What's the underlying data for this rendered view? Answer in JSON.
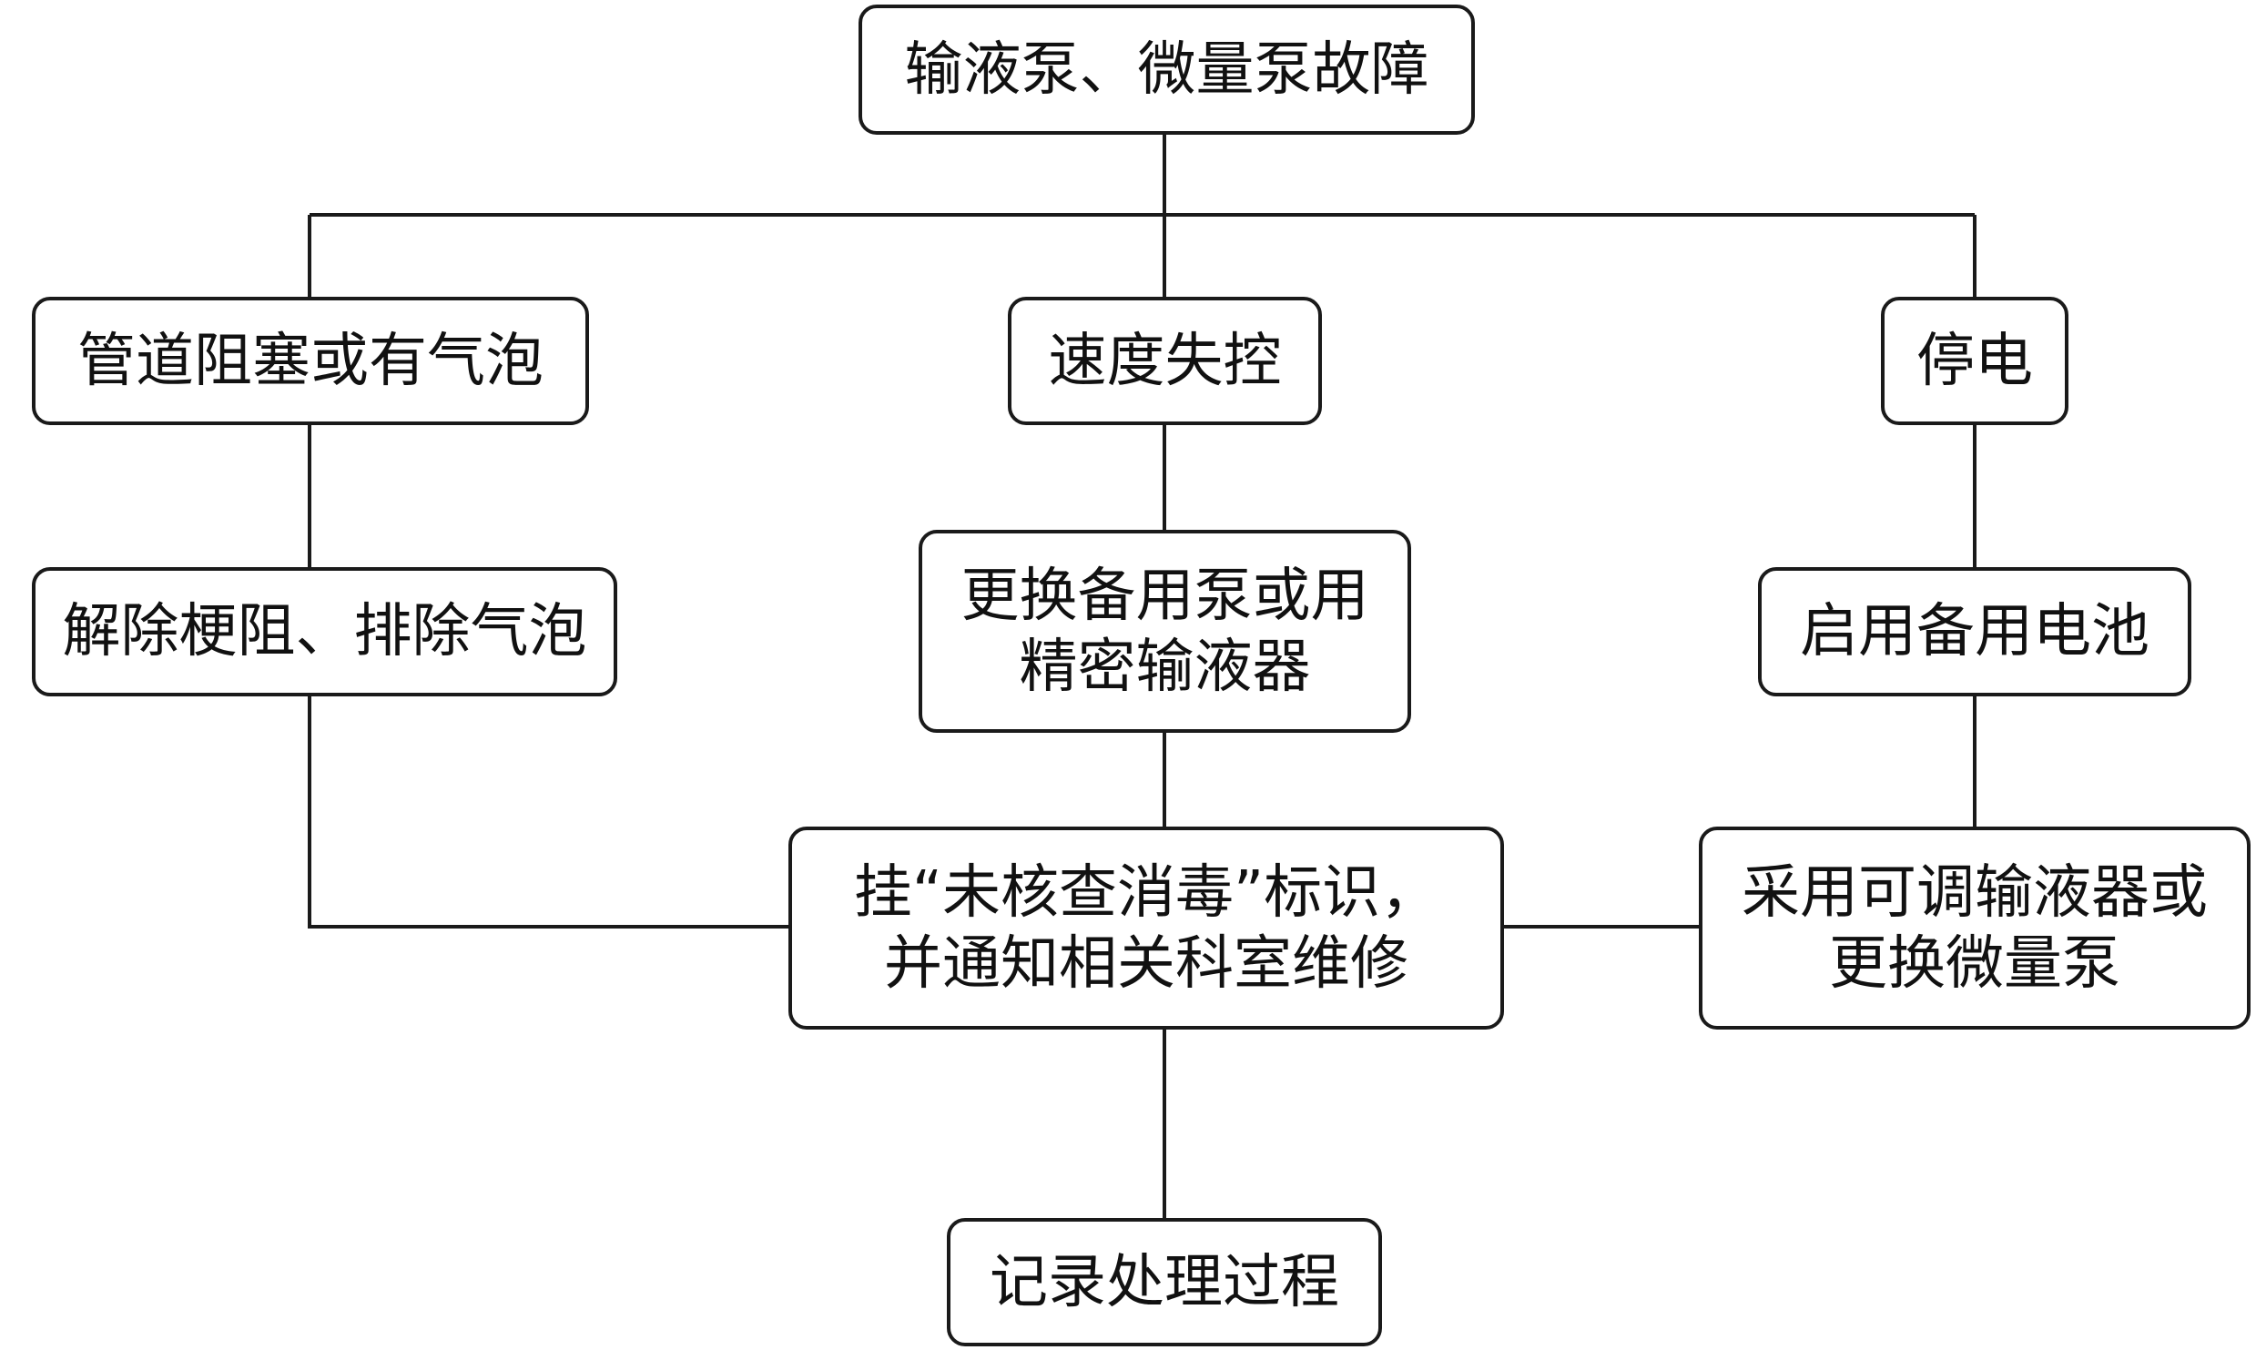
{
  "diagram": {
    "type": "flowchart",
    "line_color": "#1a1a1a",
    "nodes": {
      "root": {
        "text": "输液泵、微量泵故障"
      },
      "blockage": {
        "text": "管道阻塞或有气泡"
      },
      "speed": {
        "text": "速度失控"
      },
      "outage": {
        "text": "停电"
      },
      "clear": {
        "text": "解除梗阻、排除气泡"
      },
      "replace": {
        "lines": [
          "更换备用泵或用",
          "精密输液器"
        ]
      },
      "battery": {
        "text": "启用备用电池"
      },
      "tag": {
        "lines": [
          "挂“未核查消毒”标识，",
          "并通知相关科室维修"
        ]
      },
      "adjust": {
        "lines": [
          "采用可调输液器或",
          "更换微量泵"
        ]
      },
      "record": {
        "text": "记录处理过程"
      }
    },
    "edges": [
      {
        "from": "root",
        "to": "blockage"
      },
      {
        "from": "root",
        "to": "speed"
      },
      {
        "from": "root",
        "to": "outage"
      },
      {
        "from": "blockage",
        "to": "clear"
      },
      {
        "from": "speed",
        "to": "replace"
      },
      {
        "from": "outage",
        "to": "battery"
      },
      {
        "from": "clear",
        "to": "tag"
      },
      {
        "from": "replace",
        "to": "tag"
      },
      {
        "from": "battery",
        "to": "adjust"
      },
      {
        "from": "adjust",
        "to": "tag"
      },
      {
        "from": "tag",
        "to": "record"
      }
    ]
  }
}
